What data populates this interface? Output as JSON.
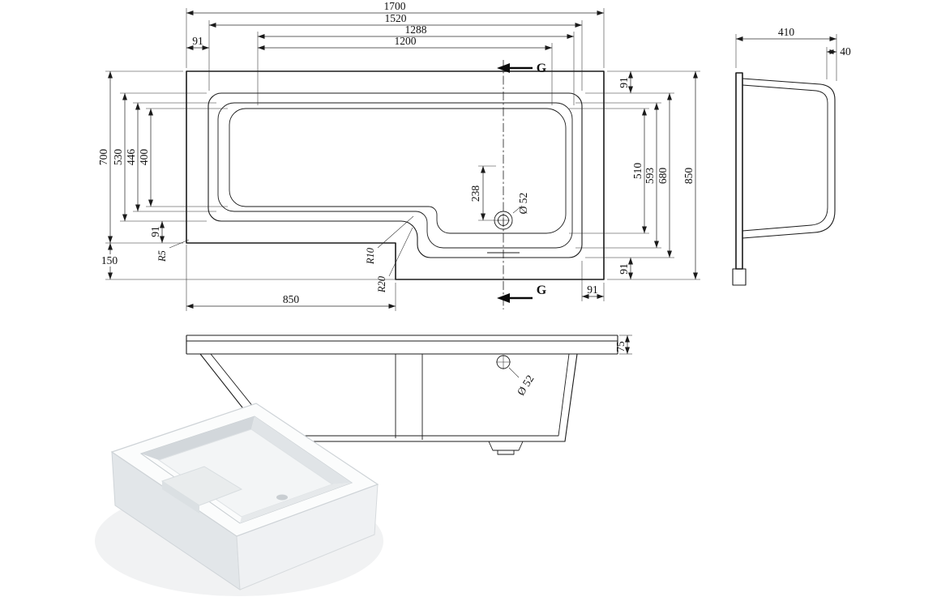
{
  "plan": {
    "dims": {
      "overall_length": "1700",
      "inner_length": "1520",
      "length_1288": "1288",
      "length_1200": "1200",
      "margin_top_left": "91",
      "left_width": "700",
      "width_530": "530",
      "width_446": "446",
      "width_400": "400",
      "margin_left_bottom": "91",
      "step_height": "150",
      "shower_length": "850",
      "radius_r5": "R5",
      "radius_r10": "R10",
      "radius_r20": "R20",
      "drain_offset": "238",
      "drain_diameter": "Ø 52",
      "margin_right_top": "91",
      "width_510": "510",
      "width_593": "593",
      "width_680": "680",
      "margin_right_bottom": "91",
      "overall_width": "850",
      "margin_bottom_right": "91",
      "section_top": "G",
      "section_bottom": "G"
    }
  },
  "side": {
    "dims": {
      "depth": "410",
      "rim_lip": "40"
    }
  },
  "front": {
    "dims": {
      "skirt_top": "75",
      "drain_diameter": "Ø 52"
    }
  }
}
